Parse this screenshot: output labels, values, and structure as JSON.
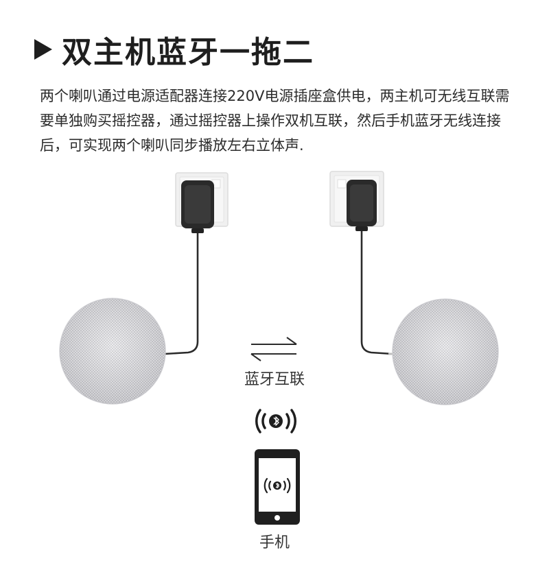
{
  "heading": {
    "title": "双主机蓝牙一拖二"
  },
  "description": "两个喇叭通过电源适配器连接220V电源插座盒供电，两主机可无线互联需要单独购买摇控器，通过摇控器上操作双机互联，然后手机蓝牙无线连接后，可实现两个喇叭同步播放左右立体声.",
  "labels": {
    "link": "蓝牙互联",
    "phone": "手机"
  },
  "colors": {
    "text": "#2b2b2b",
    "heading": "#1e1e1e",
    "adapter": "#2c2c2c",
    "plate": "#efefef",
    "grille": "#d9d9dc"
  },
  "icons": {
    "swap": "swap-arrows-icon",
    "bluetooth": "bluetooth-signal-icon",
    "phone": "smartphone-icon"
  }
}
